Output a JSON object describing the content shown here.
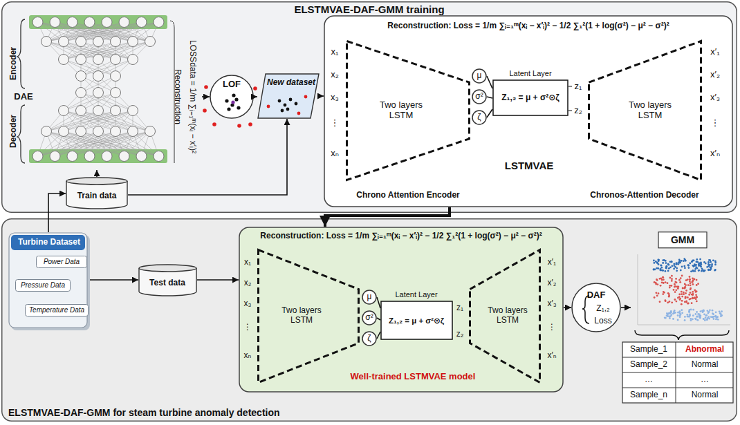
{
  "diagram": {
    "nodes": [
      {
        "text": [
          "ELSTMVAE-DAF-GMM training"
        ]
      },
      {
        "text": [
          "Encoder",
          "DAE",
          "Decoder"
        ],
        "in": 0
      },
      {
        "text": [
          "Train data"
        ],
        "in": 0
      },
      {
        "text": [
          "LOF"
        ],
        "in": 0
      },
      {
        "text": [
          "New dataset"
        ],
        "in": 0
      },
      {
        "text": [
          "Reconstruction: Loss = 1/m ∑ᵢ₌₁ᵐ(xᵢ − x′ᵢ)² − 1/2 ∑₁²(1 + log(σ²) − μ² − σ²)²",
          "LSTMVAE"
        ],
        "in": 0
      },
      {
        "text": [
          "Two layers LSTM"
        ],
        "in": 5
      },
      {
        "text": [
          "μ"
        ],
        "in": 5
      },
      {
        "text": [
          "σ²"
        ],
        "in": 5
      },
      {
        "text": [
          "ζ"
        ],
        "in": 5
      },
      {
        "text": [
          "Latent Layer",
          "Z₁,₂ = μ + σ²⊙ζ"
        ],
        "in": 5
      },
      {
        "text": [
          "Two layers LSTM"
        ],
        "in": 5
      },
      {
        "text": [
          "ELSTMVAE-DAF-GMM for steam turbine anomaly detection"
        ]
      },
      {
        "text": [
          "Turbine Dataset"
        ],
        "in": 12
      },
      {
        "text": [
          "Power Data"
        ],
        "in": 13
      },
      {
        "text": [
          "Pressure Data"
        ],
        "in": 13
      },
      {
        "text": [
          "Temperature Data"
        ],
        "in": 13
      },
      {
        "text": [
          "Test data"
        ],
        "in": 12
      },
      {
        "text": [
          "Reconstruction: Loss = 1/m ∑ᵢ₌₁ᵐ(xᵢ − x′ᵢ)² − 1/2 ∑₁²(1 + log(σ²) − μ² − σ²)²",
          "Well-trained LSTMVAE model"
        ],
        "in": 12
      },
      {
        "text": [
          "Two layers LSTM"
        ],
        "in": 18
      },
      {
        "text": [
          "μ"
        ],
        "in": 18
      },
      {
        "text": [
          "σ²"
        ],
        "in": 18
      },
      {
        "text": [
          "ζ"
        ],
        "in": 18
      },
      {
        "text": [
          "Latent Layer",
          "Z₁,₂ = μ + σ²⊙ζ"
        ],
        "in": 18
      },
      {
        "text": [
          "Two layers LSTM"
        ],
        "in": 18
      },
      {
        "text": [
          "DAF",
          "Z₁,₂",
          "Loss"
        ],
        "in": 12
      },
      {
        "text": [
          "GMM"
        ],
        "in": 12
      }
    ],
    "edges": [
      {
        "from": 2,
        "to": 1,
        "arrow": "to"
      },
      {
        "from": 1,
        "to": 3,
        "arrow": "to"
      },
      {
        "from": 3,
        "to": 4,
        "arrow": "to"
      },
      {
        "from": 2,
        "to": 4,
        "arrow": "to"
      },
      {
        "from": 4,
        "to": 5,
        "arrow": "to"
      },
      {
        "from": 7,
        "to": 10,
        "arrow": "none"
      },
      {
        "from": 8,
        "to": 10,
        "arrow": "none"
      },
      {
        "from": 9,
        "to": 10,
        "arrow": "none"
      },
      {
        "from": 5,
        "to": 18,
        "arrow": "to"
      },
      {
        "from": 13,
        "to": 2,
        "arrow": "to"
      },
      {
        "from": 13,
        "to": 17,
        "arrow": "to"
      },
      {
        "from": 17,
        "to": 18,
        "arrow": "to"
      },
      {
        "from": 18,
        "to": 25,
        "arrow": "to"
      },
      {
        "from": 25,
        "to": 26,
        "arrow": "to"
      },
      {
        "from": 20,
        "to": 23,
        "arrow": "none"
      },
      {
        "from": 21,
        "to": 23,
        "arrow": "none"
      },
      {
        "from": 22,
        "to": 23,
        "arrow": "none"
      }
    ],
    "labels": [
      "Reconstruction",
      "LOSSdata = 1/m ∑ᵢ₌₁ᵐ(xᵢ − x′ᵢ)²",
      "x₁",
      "x₂",
      "x₃",
      "⋮",
      "xₙ",
      "z₁",
      "z₂",
      "x′₁",
      "x′₂",
      "x′₃",
      "⋮",
      "x′ₙ",
      "Chrono Attention Encoder",
      "Chronos-Attention Decoder",
      "x₁",
      "x₂",
      "x₃",
      "⋮",
      "xₙ",
      "z₁",
      "z₂",
      "x′₁",
      "x′₂",
      "x′₃",
      "⋮",
      "x′ₙ",
      "Sample_1",
      "Abnormal",
      "Sample_2",
      "Normal",
      "…",
      "…",
      "Sample_n",
      "Normal"
    ]
  }
}
